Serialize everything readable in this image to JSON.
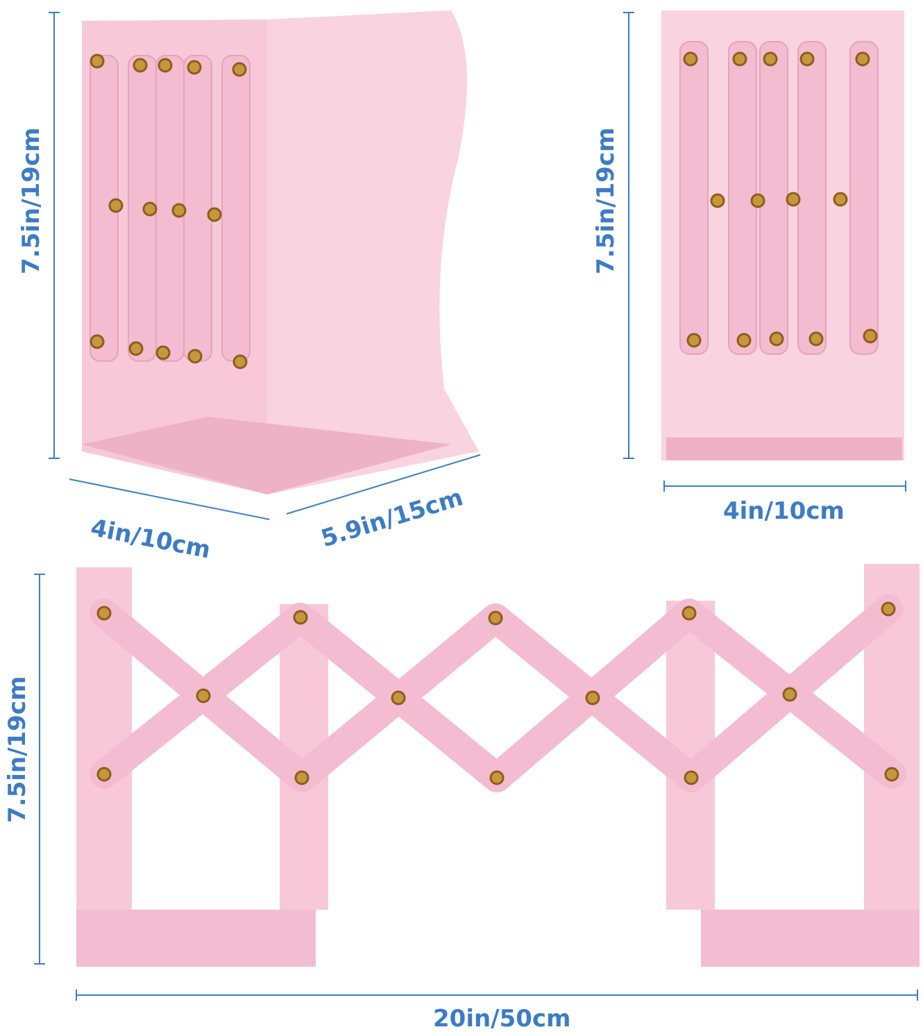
{
  "colors": {
    "dimension": "#3d7cc4",
    "bookend": "#f6c6d6",
    "bookend_shadow": "#eaa9c0",
    "rivet": "#b8862e"
  },
  "views": {
    "compact_angle": {
      "height": "7.5in/19cm",
      "width": "4in/10cm",
      "depth": "5.9in/15cm"
    },
    "compact_front": {
      "height": "7.5in/19cm",
      "width": "4in/10cm"
    },
    "extended_front": {
      "height": "7.5in/19cm",
      "length": "20in/50cm"
    }
  }
}
